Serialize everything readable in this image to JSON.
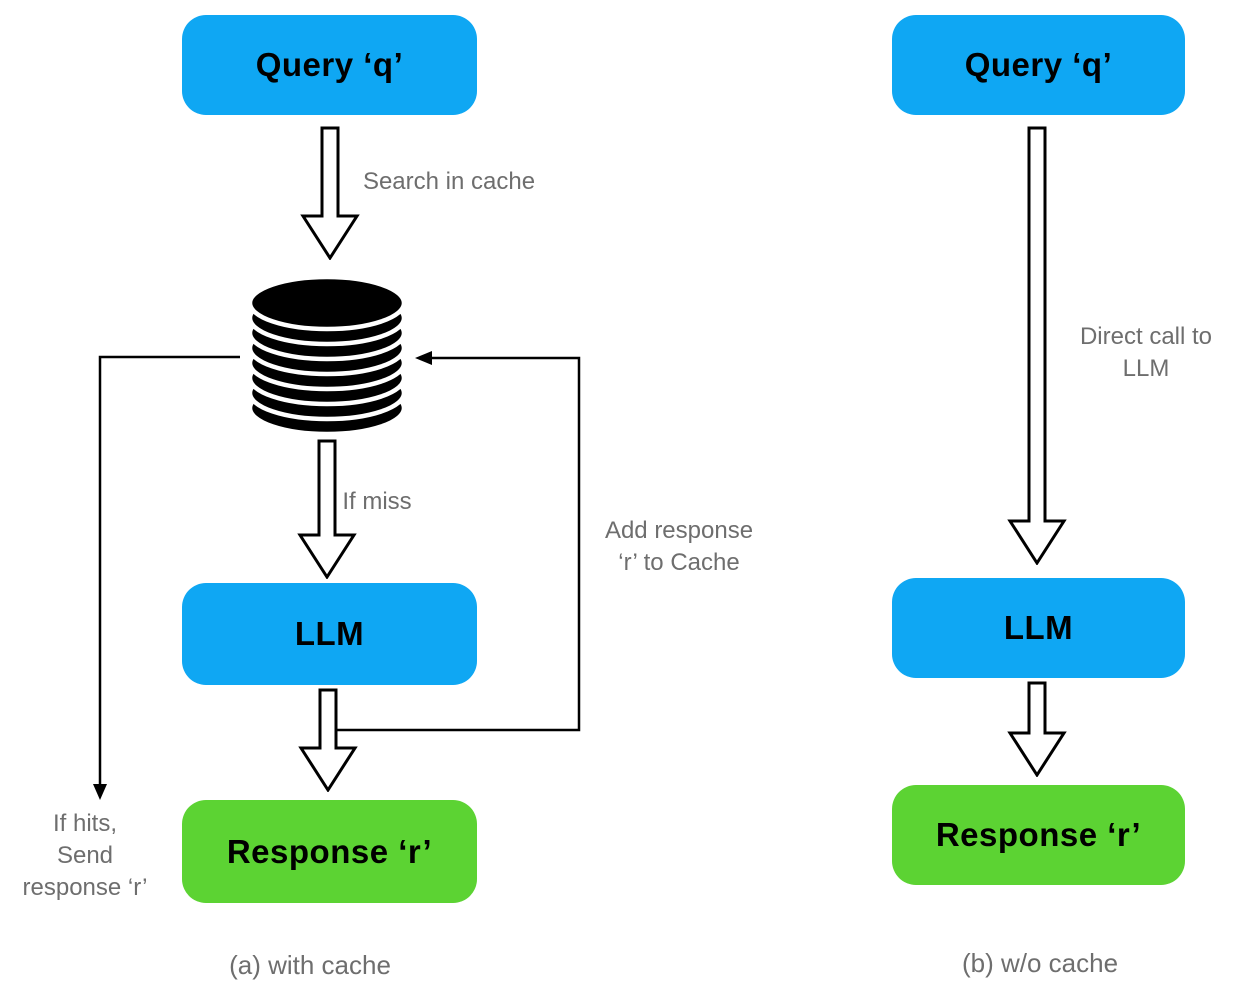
{
  "diagram": {
    "left": {
      "query_label": "Query ‘q’",
      "search_label": "Search in cache",
      "if_miss_label": "If miss",
      "llm_label": "LLM",
      "response_label": "Response ‘r’",
      "add_response_line1": "Add response",
      "add_response_line2": "‘r’ to Cache",
      "if_hits_line1": "If hits,",
      "if_hits_line2": "Send",
      "if_hits_line3": "response ‘r’",
      "caption": "(a) with cache"
    },
    "right": {
      "query_label": "Query ‘q’",
      "direct_call_line1": "Direct call to",
      "direct_call_line2": "LLM",
      "llm_label": "LLM",
      "response_label": "Response ‘r’",
      "caption": "(b) w/o cache"
    },
    "icons": {
      "cache": "database-cylinder-icon"
    },
    "colors": {
      "box_blue": "#0FA7F3",
      "box_green": "#5CD333",
      "label_gray": "#6E6E6E",
      "line_black": "#000000"
    }
  }
}
